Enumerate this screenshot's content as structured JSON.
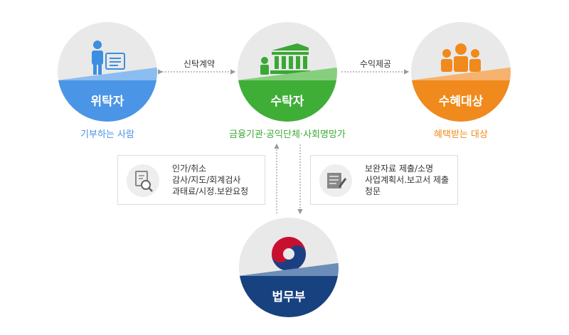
{
  "nodes": {
    "trustor": {
      "name": "위탁자",
      "sub": "기부하는 사람",
      "color": "#4a90e2"
    },
    "trustee": {
      "name": "수탁자",
      "sub": "금융기관·공익단체·사회명망가",
      "color": "#3aa834"
    },
    "beneficiary": {
      "name": "수혜대상",
      "sub": "혜택받는 대상",
      "color": "#f08a1c"
    },
    "ministry": {
      "name": "법무부",
      "color": "#1c4b8c"
    }
  },
  "edges": {
    "trust_contract": "신탁계약",
    "profit_provision": "수익제공"
  },
  "boxes": {
    "ministry_to_trustee": {
      "lines": [
        "인가/취소",
        "감사/지도/회계검사",
        "과태료/시정.보완요청"
      ]
    },
    "trustee_to_ministry": {
      "lines": [
        "보완자료 제출/소명",
        "사업계획서.보고서 제출",
        "청문"
      ]
    }
  }
}
